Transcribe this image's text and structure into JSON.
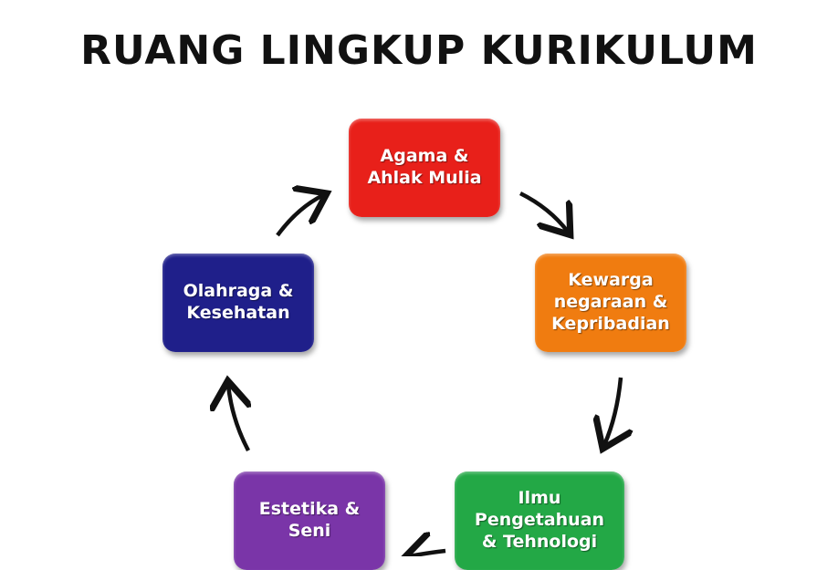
{
  "title": "RUANG LINGKUP KURIKULUM",
  "nodes": {
    "agama": {
      "label": "Agama &\nAhlak Mulia",
      "color": "#e8201a"
    },
    "kewarga": {
      "label": "Kewarga\nnegaraan &\nKepribadian",
      "color": "#f07c10"
    },
    "ilmu": {
      "label": "Ilmu\nPengetahuan\n& Tehnologi",
      "color": "#23a846"
    },
    "estetika": {
      "label": "Estetika &\nSeni",
      "color": "#7a35a8"
    },
    "olahraga": {
      "label": "Olahraga &\nKesehatan",
      "color": "#1f1f8a"
    }
  },
  "colors": {
    "arrow": "#111111"
  }
}
